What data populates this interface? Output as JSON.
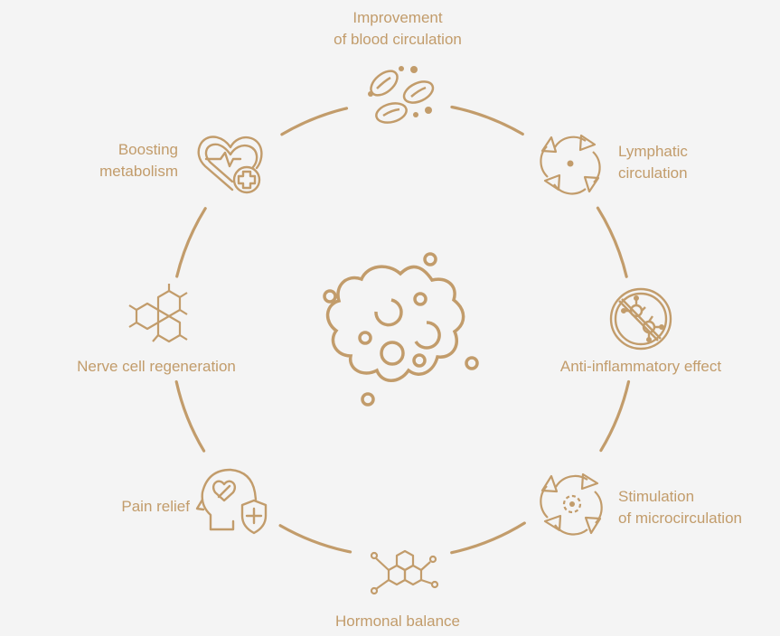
{
  "colors": {
    "background": "#f4f4f4",
    "accent": "#c29c6b"
  },
  "center": {
    "icon": "cell-icon"
  },
  "benefits": [
    {
      "id": "blood-circulation",
      "lines": [
        "Improvement",
        "of blood circulation"
      ],
      "icon": "blood-cells-icon"
    },
    {
      "id": "lymphatic-circulation",
      "lines": [
        "Lymphatic",
        "circulation"
      ],
      "icon": "circulation-arrows-icon"
    },
    {
      "id": "anti-inflammatory",
      "lines": [
        "Anti-inflammatory effect"
      ],
      "icon": "no-virus-icon"
    },
    {
      "id": "microcirculation",
      "lines": [
        "Stimulation",
        "of microcirculation"
      ],
      "icon": "micro-circulation-icon"
    },
    {
      "id": "hormonal-balance",
      "lines": [
        "Hormonal balance"
      ],
      "icon": "molecule-icon"
    },
    {
      "id": "pain-relief",
      "lines": [
        "Pain relief"
      ],
      "icon": "head-bandage-icon"
    },
    {
      "id": "nerve-regeneration",
      "lines": [
        "Nerve cell regeneration"
      ],
      "icon": "hexagon-cells-icon"
    },
    {
      "id": "metabolism",
      "lines": [
        "Boosting",
        "metabolism"
      ],
      "icon": "heart-plus-icon"
    }
  ]
}
